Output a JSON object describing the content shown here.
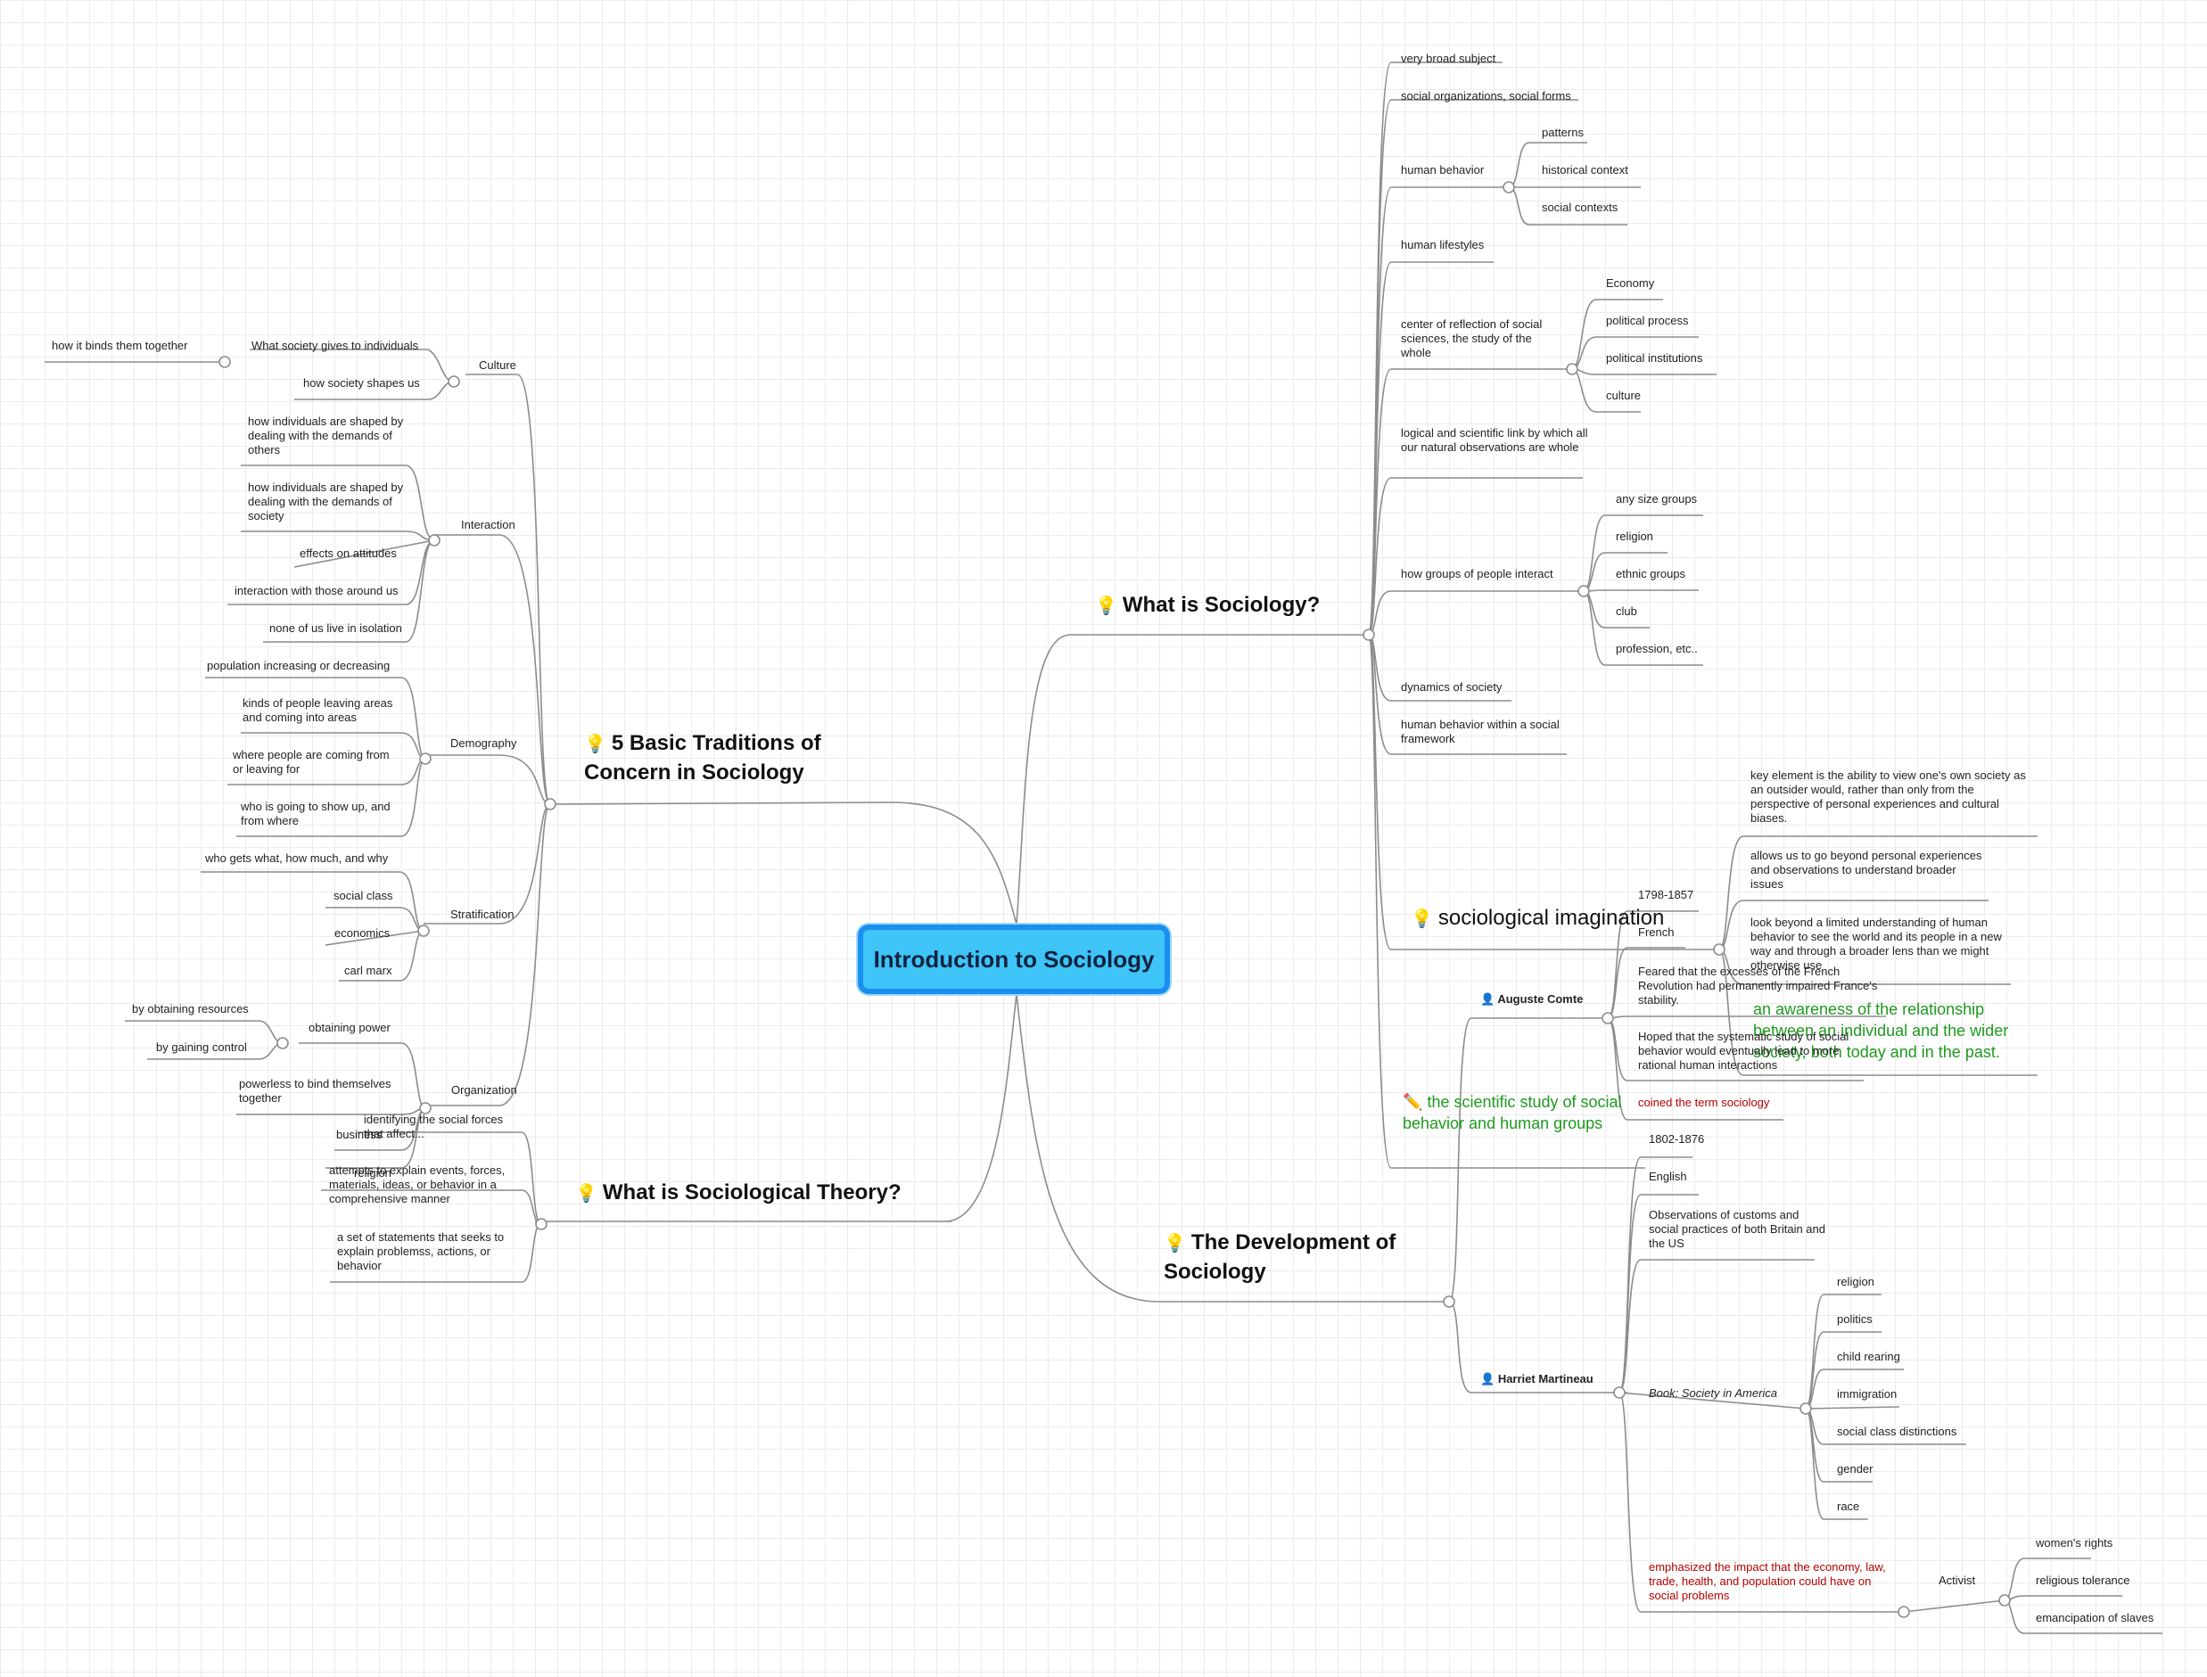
{
  "central": "Introduction to Sociology",
  "topics": {
    "traditions": "5 Basic Traditions of Concern in Sociology",
    "what_is": "What is Sociology?",
    "theory": "What is Sociological Theory?",
    "development": "The Development of Sociology"
  },
  "icons": {
    "topic": "lightbulb-icon",
    "person": "person-icon",
    "pencil": "pencil-icon"
  },
  "colors": {
    "center_fill": "#3ec4f7",
    "center_border": "#1a8ff0",
    "note_red": "#b40000",
    "note_green": "#1f9a1f",
    "line": "#8c8c8c"
  },
  "what_is": {
    "items": [
      "very broad subject",
      "social organizations, social forms",
      "human behavior",
      "human lifestyles",
      "center of reflection of social sciences, the study of the whole",
      "logical and scientific link by which all our natural observations are whole",
      "how groups of people interact",
      "dynamics of society",
      "human behavior within a social framework"
    ],
    "human_behavior": [
      "patterns",
      "historical context",
      "social contexts"
    ],
    "center_reflection": [
      "Economy",
      "political process",
      "political institutions",
      "culture"
    ],
    "groups": [
      "any size groups",
      "religion",
      "ethnic groups",
      "club",
      "profession, etc.."
    ],
    "imagination": "sociological imagination",
    "imagination_items": [
      "key element is the ability to view one's own society as an outsider would, rather than only from the perspective of personal experiences and cultural biases.",
      "allows us to go beyond personal experiences and observations to understand broader issues",
      "look beyond a limited understanding of human behavior to see the world and its people in a new way and through a broader lens than we might otherwise use"
    ],
    "imagination_note": "an awareness of the relationship between an individual and the wider society, both today and in the past.",
    "definition": "the scientific study of social behavior and human groups"
  },
  "traditions": {
    "culture": {
      "label": "Culture",
      "items": [
        "What society gives to individuals",
        "how society shapes us"
      ],
      "sub": "how it binds them together"
    },
    "interaction": {
      "label": "Interaction",
      "items": [
        "how individuals are shaped by dealing with the demands of others",
        "how individuals are shaped by dealing with the demands of society",
        "effects on attitudes",
        "interaction with those around us",
        "none of us live in isolation"
      ]
    },
    "demography": {
      "label": "Demography",
      "items": [
        "population increasing or decreasing",
        "kinds of people leaving areas and coming into areas",
        "where people are coming from or leaving for",
        "who is going to show up, and from where"
      ]
    },
    "stratification": {
      "label": "Stratification",
      "items": [
        "who gets what, how much, and why",
        "social class",
        "economics",
        "carl marx"
      ]
    },
    "organization": {
      "label": "Organization",
      "items": [
        "obtaining power",
        "powerless to bind themselves together",
        "business",
        "religion"
      ],
      "power": [
        "by obtaining resources",
        "by gaining control"
      ]
    }
  },
  "theory": {
    "items": [
      "identifying the social forces that affect...",
      "attempts to explain events, forces, materials, ideas, or behavior in a comprehensive manner",
      "a set of statements that seeks to explain problemss, actions, or behavior"
    ]
  },
  "development": {
    "comte": {
      "name": "Auguste Comte",
      "items": [
        "1798-1857",
        "French",
        "Feared that the excesses of the French Revolution had permanently impaired France's stability.",
        "Hoped that the systematic study of social behavior would eventually lead to more rational human interactions",
        "coined the term sociology"
      ]
    },
    "martineau": {
      "name": "Harriet Martineau",
      "items": [
        "1802-1876",
        "English",
        "Observations of customs and social practices of both Britain and the US",
        "Book: Society in America",
        "emphasized the impact that the economy, law, trade, health, and population could have on social problems"
      ],
      "book_topics": [
        "religion",
        "politics",
        "child rearing",
        "immigration",
        "social class distinctions",
        "gender",
        "race"
      ],
      "activist": "Activist",
      "activist_items": [
        "women's rights",
        "religious tolerance",
        "emancipation of slaves"
      ]
    }
  }
}
